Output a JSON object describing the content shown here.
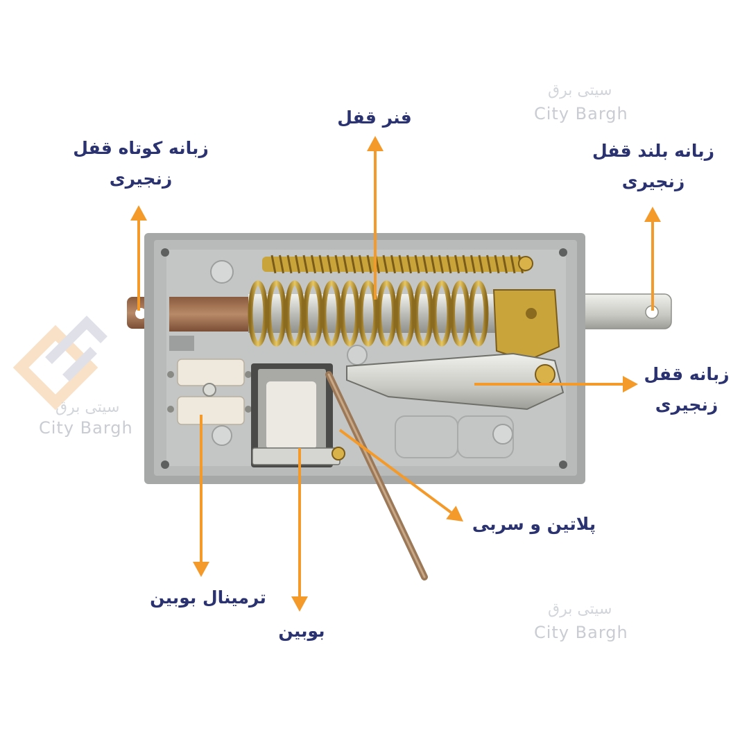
{
  "colors": {
    "arrow": "#f39a2a",
    "label_text": "#2b3270",
    "housing": "#a9acab",
    "housing_inner": "#c3c5c4",
    "spring": "#c8a53a",
    "steel": "#d9d9d6",
    "copper_bolt": "#a8734f",
    "watermark": "#c9ccd2"
  },
  "labels": {
    "spring": "فنر قفل",
    "short_bolt_line1": "زبانه کوتاه قفل",
    "short_bolt_line2": "زنجیری",
    "long_bolt_line1": "زبانه بلند قفل",
    "long_bolt_line2": "زنجیری",
    "latch_line1": "زبانه قفل",
    "latch_line2": "زنجیری",
    "contact": "پلاتین و سربی",
    "coil_terminal": "ترمینال بوبین",
    "coil": "بوبین"
  },
  "watermark": {
    "latin": "City Bargh",
    "persian": "سیتی برق"
  }
}
